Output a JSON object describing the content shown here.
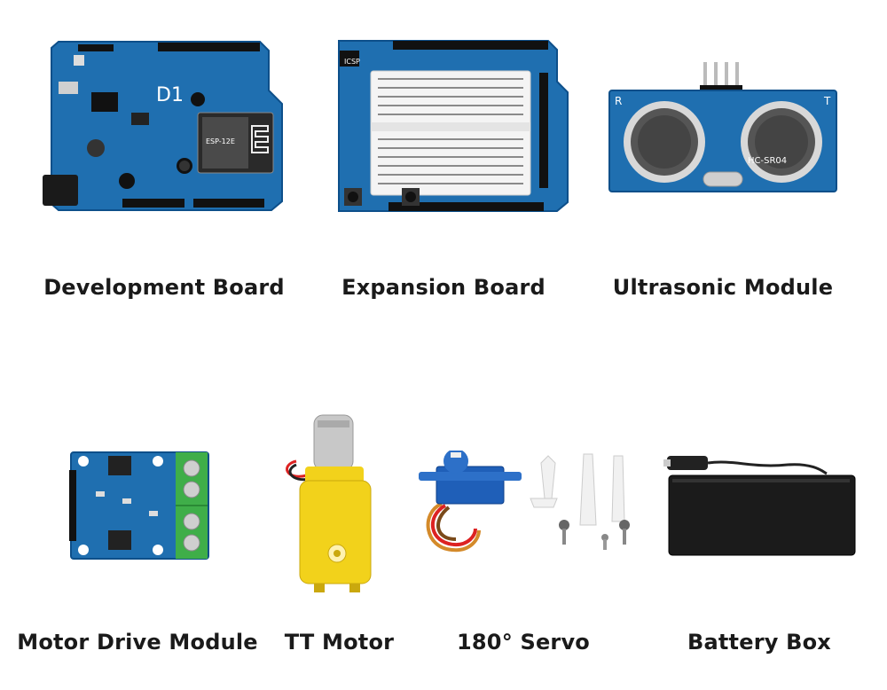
{
  "products": [
    {
      "name": "Development Board",
      "icon": "dev-board-icon"
    },
    {
      "name": "Expansion Board",
      "icon": "expansion-board-icon"
    },
    {
      "name": "Ultrasonic Module",
      "icon": "ultrasonic-module-icon"
    },
    {
      "name": "Motor Drive Module",
      "icon": "motor-drive-module-icon"
    },
    {
      "name": "TT Motor",
      "icon": "tt-motor-icon"
    },
    {
      "name": "180° Servo",
      "icon": "servo-icon"
    },
    {
      "name": "Battery Box",
      "icon": "battery-box-icon"
    }
  ],
  "board_marks": {
    "dev_board_title": "D1",
    "dev_board_chip": "ESP-12E",
    "expansion_icsp": "ICSP",
    "ultrasonic_model": "HC-SR04",
    "ultrasonic_left": "R",
    "ultrasonic_right": "T"
  },
  "colors": {
    "pcb_blue": "#1f6fb0",
    "terminal_green": "#3fae49",
    "motor_yellow": "#f2d21b",
    "battery_black": "#1b1b1b"
  }
}
